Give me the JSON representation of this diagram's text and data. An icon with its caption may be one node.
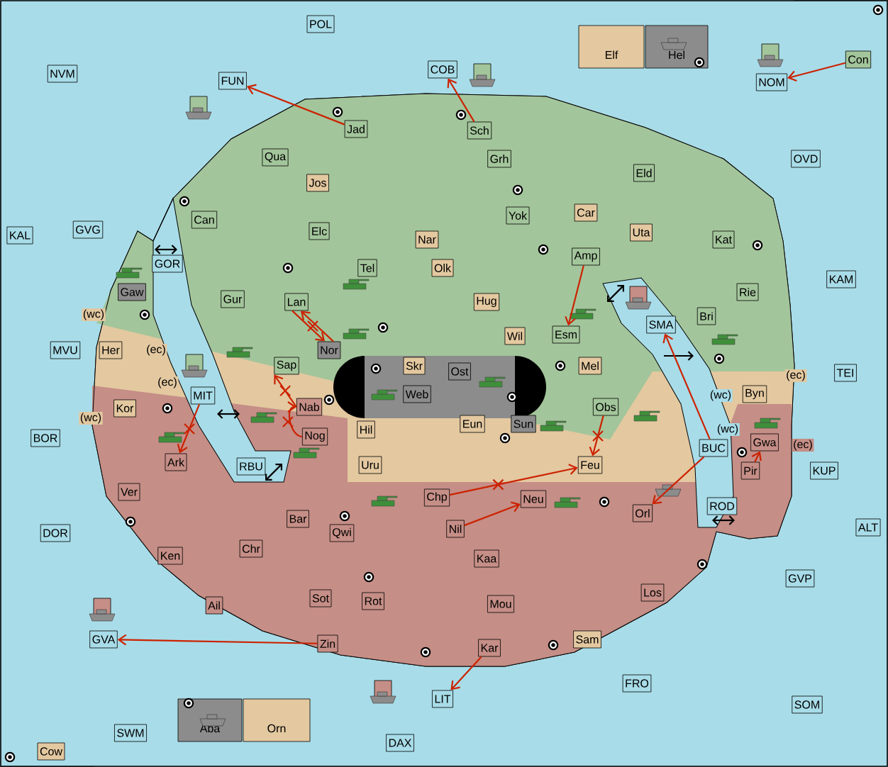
{
  "diagram": {
    "nodes": [
      {
        "text": [
          "POL"
        ]
      },
      {
        "text": [
          "Elf"
        ]
      },
      {
        "text": [
          "Hel"
        ]
      },
      {
        "text": [
          "Con"
        ]
      },
      {
        "text": [
          "NVM"
        ]
      },
      {
        "text": [
          "COB"
        ]
      },
      {
        "text": [
          "FUN"
        ]
      },
      {
        "text": [
          "NOM"
        ]
      },
      {
        "text": [
          "Jad"
        ]
      },
      {
        "text": [
          "Sch"
        ]
      },
      {
        "text": [
          "Qua"
        ]
      },
      {
        "text": [
          "Grh"
        ]
      },
      {
        "text": [
          "OVD"
        ]
      },
      {
        "text": [
          "Eld"
        ]
      },
      {
        "text": [
          "Jos"
        ]
      },
      {
        "text": [
          "Car"
        ]
      },
      {
        "text": [
          "Yok"
        ]
      },
      {
        "text": [
          "Can"
        ]
      },
      {
        "text": [
          "GVG"
        ]
      },
      {
        "text": [
          "Elc"
        ]
      },
      {
        "text": [
          "Uta"
        ]
      },
      {
        "text": [
          "KAL"
        ]
      },
      {
        "text": [
          "Kat"
        ]
      },
      {
        "text": [
          "Nar"
        ]
      },
      {
        "text": [
          "Amp"
        ]
      },
      {
        "text": [
          "GOR"
        ]
      },
      {
        "text": [
          "Tel"
        ]
      },
      {
        "text": [
          "Olk"
        ]
      },
      {
        "text": [
          "KAM"
        ]
      },
      {
        "text": [
          "Gaw"
        ]
      },
      {
        "text": [
          "Rie"
        ]
      },
      {
        "text": [
          "Gur"
        ]
      },
      {
        "text": [
          "Lan"
        ]
      },
      {
        "text": [
          "Hug"
        ]
      },
      {
        "text": [
          "Bri"
        ]
      },
      {
        "text": [
          "SMA"
        ]
      },
      {
        "text": [
          "Esm"
        ]
      },
      {
        "text": [
          "Wil"
        ]
      },
      {
        "text": [
          "Nor"
        ]
      },
      {
        "text": [
          "Her"
        ]
      },
      {
        "text": [
          "MVU"
        ]
      },
      {
        "text": [
          "Sap"
        ]
      },
      {
        "text": [
          "Skr"
        ]
      },
      {
        "text": [
          "Mel"
        ]
      },
      {
        "text": [
          "Ost"
        ]
      },
      {
        "text": [
          "TEI"
        ]
      },
      {
        "text": [
          "Web"
        ]
      },
      {
        "text": [
          "Byn"
        ]
      },
      {
        "text": [
          "MIT"
        ]
      },
      {
        "text": [
          "Nab"
        ]
      },
      {
        "text": [
          "Obs"
        ]
      },
      {
        "text": [
          "Kor"
        ]
      },
      {
        "text": [
          "Eun"
        ]
      },
      {
        "text": [
          "Sun"
        ]
      },
      {
        "text": [
          "Hil"
        ]
      },
      {
        "text": [
          "Nog"
        ]
      },
      {
        "text": [
          "BOR"
        ]
      },
      {
        "text": [
          "Gwa"
        ]
      },
      {
        "text": [
          "BUC"
        ]
      },
      {
        "text": [
          "Ark"
        ]
      },
      {
        "text": [
          "Feu"
        ]
      },
      {
        "text": [
          "Uru"
        ]
      },
      {
        "text": [
          "RBU"
        ]
      },
      {
        "text": [
          "KUP"
        ]
      },
      {
        "text": [
          "Pir"
        ]
      },
      {
        "text": [
          "Ver"
        ]
      },
      {
        "text": [
          "Chp"
        ]
      },
      {
        "text": [
          "Neu"
        ]
      },
      {
        "text": [
          "ROD"
        ]
      },
      {
        "text": [
          "Orl"
        ]
      },
      {
        "text": [
          "Bar"
        ]
      },
      {
        "text": [
          "ALT"
        ]
      },
      {
        "text": [
          "Nil"
        ]
      },
      {
        "text": [
          "Qwi"
        ]
      },
      {
        "text": [
          "DOR"
        ]
      },
      {
        "text": [
          "Chr"
        ]
      },
      {
        "text": [
          "Ken"
        ]
      },
      {
        "text": [
          "Kaa"
        ]
      },
      {
        "text": [
          "GVP"
        ]
      },
      {
        "text": [
          "Los"
        ]
      },
      {
        "text": [
          "Sot"
        ]
      },
      {
        "text": [
          "Rot"
        ]
      },
      {
        "text": [
          "Mou"
        ]
      },
      {
        "text": [
          "Ail"
        ]
      },
      {
        "text": [
          "GVA"
        ]
      },
      {
        "text": [
          "Sam"
        ]
      },
      {
        "text": [
          "Zin"
        ]
      },
      {
        "text": [
          "Kar"
        ]
      },
      {
        "text": [
          "FRO"
        ]
      },
      {
        "text": [
          "LIT"
        ]
      },
      {
        "text": [
          "SOM"
        ]
      },
      {
        "text": [
          "SWM"
        ]
      },
      {
        "text": [
          "Aba"
        ]
      },
      {
        "text": [
          "Orn"
        ]
      },
      {
        "text": [
          "DAX"
        ]
      },
      {
        "text": [
          "Cow"
        ]
      }
    ],
    "edges": [
      {
        "from": 8,
        "to": 6,
        "arrow": "to"
      },
      {
        "from": 9,
        "to": 5,
        "arrow": "to"
      },
      {
        "from": 3,
        "to": 7,
        "arrow": "to"
      },
      {
        "from": 32,
        "to": 38,
        "arrow": "to"
      },
      {
        "from": 38,
        "to": 32,
        "arrow": "to"
      },
      {
        "from": 24,
        "to": 36,
        "arrow": "to"
      },
      {
        "from": 58,
        "to": 35,
        "arrow": "to"
      },
      {
        "from": 48,
        "to": 59,
        "arrow": "to"
      },
      {
        "from": 49,
        "to": 41,
        "arrow": "to"
      },
      {
        "from": 55,
        "to": 49,
        "arrow": "to"
      },
      {
        "from": 50,
        "to": 60,
        "arrow": "to"
      },
      {
        "from": 66,
        "to": 60,
        "arrow": "to"
      },
      {
        "from": 64,
        "to": 57,
        "arrow": "to"
      },
      {
        "from": 58,
        "to": 69,
        "arrow": "to"
      },
      {
        "from": 72,
        "to": 67,
        "arrow": "to"
      },
      {
        "from": 86,
        "to": 84,
        "arrow": "to"
      },
      {
        "from": 87,
        "to": 89,
        "arrow": "to"
      }
    ],
    "labels": [
      "(wc)",
      "(ec)",
      "(ec)",
      "(ec)",
      "(wc)",
      "(wc)",
      "(wc)",
      "(ec)"
    ]
  }
}
